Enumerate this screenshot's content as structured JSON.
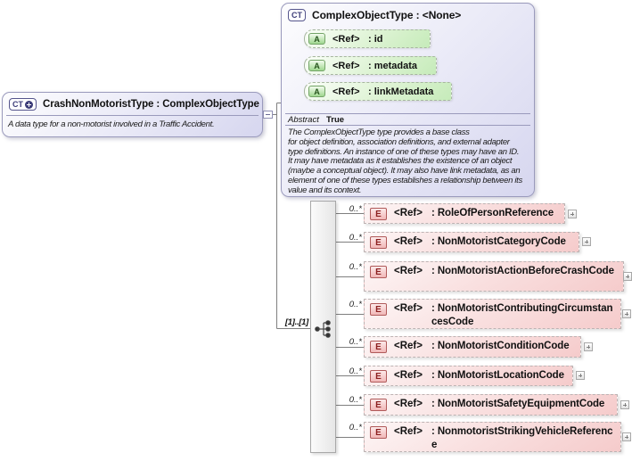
{
  "colors": {
    "type_box_fill_end": "#d6d6ef",
    "type_box_border": "#9a9abc",
    "attribute_fill_end": "#c6ebba",
    "element_fill_end": "#f5cbcb",
    "sequence_fill_end": "#e6e6e6",
    "connector_line": "#7f7f7f"
  },
  "root_type": {
    "badge": "CT",
    "title": "CrashNonMotoristType : ComplexObjectType",
    "description": "A data type for a non-motorist involved in a Traffic Accident."
  },
  "base_type": {
    "badge": "CT",
    "title": "ComplexObjectType : <None>",
    "attributes": [
      {
        "badge": "A",
        "ref": "<Ref>",
        "name": ": id"
      },
      {
        "badge": "A",
        "ref": "<Ref>",
        "name": ": metadata"
      },
      {
        "badge": "A",
        "ref": "<Ref>",
        "name": ": linkMetadata"
      }
    ],
    "abstract_label": "Abstract",
    "abstract_value": "True",
    "doc_lines": [
      "The ComplexObjectType type provides a base class",
      "for object definition, association definitions, and external adapter",
      "type definitions. An instance of one of these types may have an ID.",
      "It may have metadata as it establishes the existence of an object",
      "(maybe a conceptual object). It may also have link metadata, as an",
      "element of one of these types establishes a relationship between its",
      "value and its context."
    ]
  },
  "sequence": {
    "cardinality_label": "[1]..[1]"
  },
  "elements": [
    {
      "badge": "E",
      "cardinality": "0..*",
      "ref": "<Ref>",
      "name": ": RoleOfPersonReference"
    },
    {
      "badge": "E",
      "cardinality": "0..*",
      "ref": "<Ref>",
      "name": ": NonMotoristCategoryCode"
    },
    {
      "badge": "E",
      "cardinality": "0..*",
      "ref": "<Ref>",
      "name": ": NonMotoristActionBeforeCrashCode"
    },
    {
      "badge": "E",
      "cardinality": "0..*",
      "ref": "<Ref>",
      "name": ": NonMotoristContributingCircumstancesCode"
    },
    {
      "badge": "E",
      "cardinality": "0..*",
      "ref": "<Ref>",
      "name": ": NonMotoristConditionCode"
    },
    {
      "badge": "E",
      "cardinality": "0..*",
      "ref": "<Ref>",
      "name": ": NonMotoristLocationCode"
    },
    {
      "badge": "E",
      "cardinality": "0..*",
      "ref": "<Ref>",
      "name": ": NonMotoristSafetyEquipmentCode"
    },
    {
      "badge": "E",
      "cardinality": "0..*",
      "ref": "<Ref>",
      "name": ": NonmotoristStrikingVehicleReference"
    }
  ]
}
